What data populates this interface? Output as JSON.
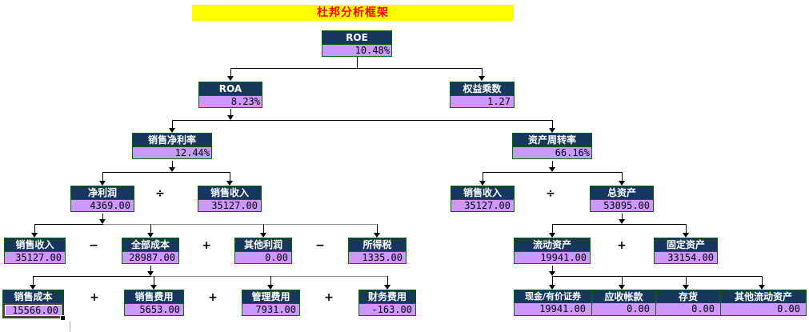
{
  "title": {
    "text": "杜邦分析框架"
  },
  "colors": {
    "title_bg": "#ffff00",
    "title_text": "#ff0000",
    "node_header_bg": "#17375d",
    "node_value_bg": "#cc99ff",
    "node_border": "#006600",
    "connector": "#000000"
  },
  "operators": {
    "divide": "÷",
    "minus": "−",
    "plus": "+"
  },
  "nodes": {
    "roe": {
      "label": "ROE",
      "value": "10.48%"
    },
    "roa": {
      "label": "ROA",
      "value": "8.23%"
    },
    "equity_multiplier": {
      "label": "权益乘数",
      "value": "1.27"
    },
    "net_profit_margin": {
      "label": "销售净利率",
      "value": "12.44%"
    },
    "asset_turnover": {
      "label": "资产周转率",
      "value": "66.16%"
    },
    "net_profit": {
      "label": "净利润",
      "value": "4369.00"
    },
    "sales_revenue_np": {
      "label": "销售收入",
      "value": "35127.00"
    },
    "sales_revenue_at": {
      "label": "销售收入",
      "value": "35127.00"
    },
    "total_assets": {
      "label": "总资产",
      "value": "53095.00"
    },
    "sales_revenue_cost": {
      "label": "销售收入",
      "value": "35127.00"
    },
    "total_cost": {
      "label": "全部成本",
      "value": "28987.00"
    },
    "other_profit": {
      "label": "其他利润",
      "value": "0.00"
    },
    "income_tax": {
      "label": "所得税",
      "value": "1335.00"
    },
    "current_assets": {
      "label": "流动资产",
      "value": "19941.00"
    },
    "fixed_assets": {
      "label": "固定资产",
      "value": "33154.00"
    },
    "cost_of_sales": {
      "label": "销售成本",
      "value": "15566.00"
    },
    "selling_expense": {
      "label": "销售费用",
      "value": "5653.00"
    },
    "admin_expense": {
      "label": "管理费用",
      "value": "7931.00"
    },
    "finance_expense": {
      "label": "财务费用",
      "value": "-163.00"
    },
    "cash_securities": {
      "label": "现金/有价证券",
      "value": "19941.00"
    },
    "receivables": {
      "label": "应收帐款",
      "value": "0.00"
    },
    "inventory": {
      "label": "存货",
      "value": "0.00"
    },
    "other_current": {
      "label": "其他流动资产",
      "value": "0.00"
    }
  }
}
